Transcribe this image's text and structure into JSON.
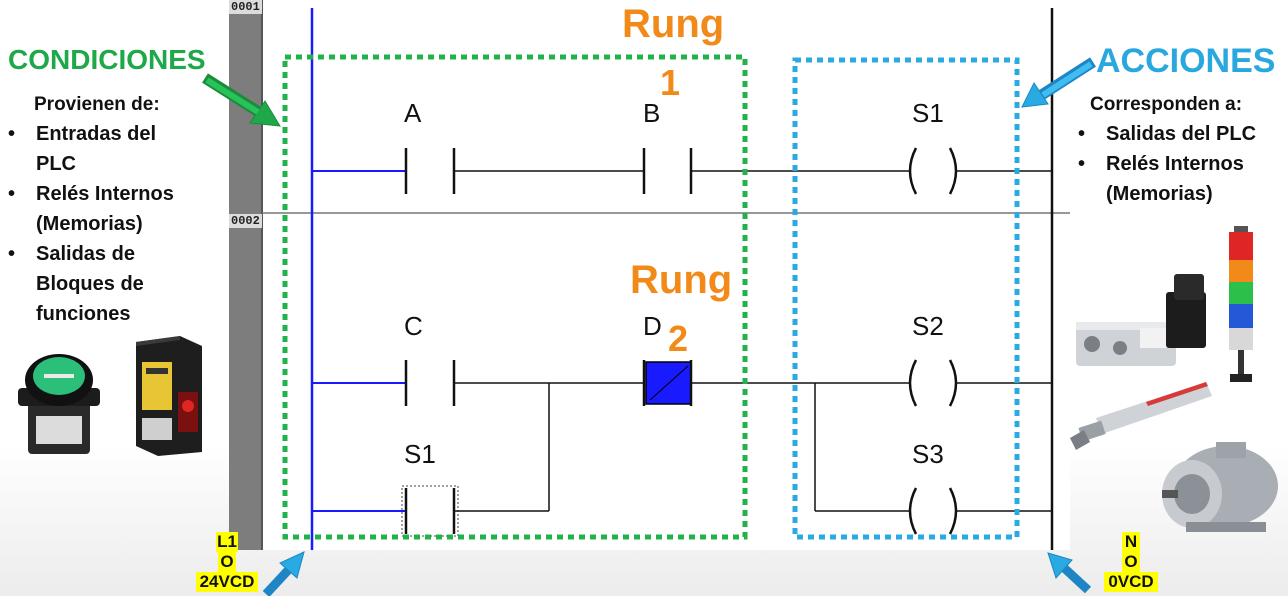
{
  "conditions": {
    "title": "CONDICIONES",
    "subtitle": "Provienen de:",
    "items": [
      "Entradas del PLC",
      "Relés Internos (Memorias)",
      "Salidas de Bloques de funciones"
    ]
  },
  "actions": {
    "title": "ACCIONES",
    "subtitle": "Corresponden a:",
    "items": [
      "Salidas del PLC",
      "Relés Internos (Memorias)"
    ]
  },
  "rungs": [
    {
      "word": "Rung",
      "number": "1",
      "row": "0001"
    },
    {
      "word": "Rung",
      "number": "2",
      "row": "0002"
    }
  ],
  "contacts": {
    "a": "A",
    "b": "B",
    "c": "C",
    "d": "D",
    "s1_contact": "S1"
  },
  "coils": {
    "s1": "S1",
    "s2": "S2",
    "s3": "S3"
  },
  "left_rail": {
    "line1": "L1",
    "line2": "O",
    "line3": "24VCD"
  },
  "right_rail": {
    "line1": "N",
    "line2": "O",
    "line3": "0VCD"
  },
  "colors": {
    "conditions_box": "#1fb34a",
    "actions_box": "#29aae2",
    "rung_label": "#f28a1a",
    "power_rail": "#1a1aff",
    "rail_label_bg": "#ffff00"
  },
  "icons": {
    "left_devices": [
      "push-button-icon",
      "photoelectric-sensor-icon"
    ],
    "right_devices": [
      "solenoid-valve-icon",
      "stack-light-icon",
      "pneumatic-cylinder-icon",
      "electric-motor-icon"
    ]
  }
}
